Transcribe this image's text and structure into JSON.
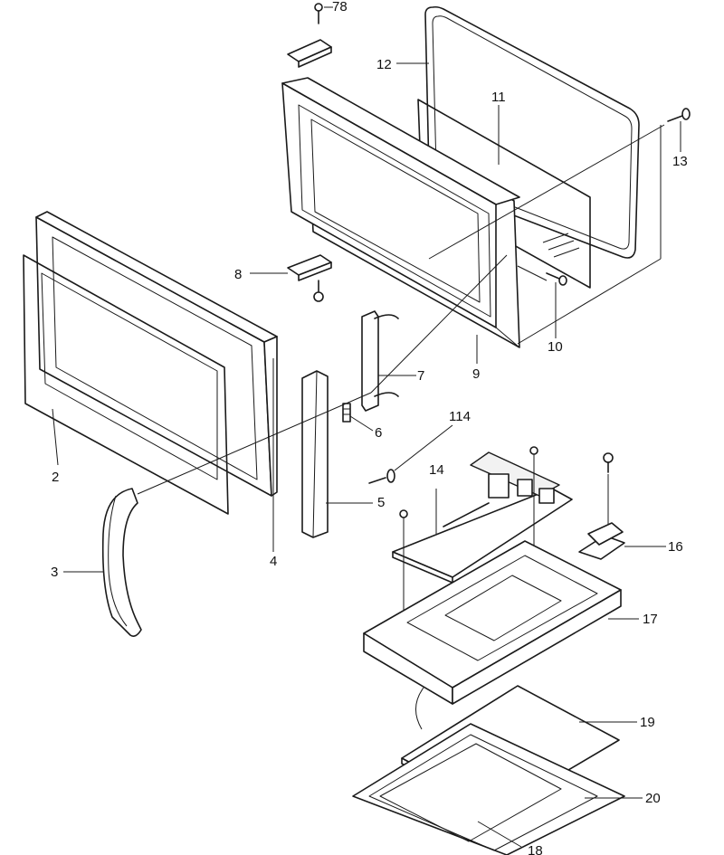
{
  "callouts": [
    {
      "id": "78",
      "label": "78"
    },
    {
      "id": "12",
      "label": "12"
    },
    {
      "id": "11",
      "label": "11"
    },
    {
      "id": "13",
      "label": "13"
    },
    {
      "id": "8",
      "label": "8"
    },
    {
      "id": "10",
      "label": "10"
    },
    {
      "id": "9",
      "label": "9"
    },
    {
      "id": "7",
      "label": "7"
    },
    {
      "id": "6",
      "label": "6"
    },
    {
      "id": "2",
      "label": "2"
    },
    {
      "id": "114",
      "label": "114"
    },
    {
      "id": "14",
      "label": "14"
    },
    {
      "id": "5",
      "label": "5"
    },
    {
      "id": "16",
      "label": "16"
    },
    {
      "id": "3",
      "label": "3"
    },
    {
      "id": "4",
      "label": "4"
    },
    {
      "id": "17",
      "label": "17"
    },
    {
      "id": "19",
      "label": "19"
    },
    {
      "id": "20",
      "label": "20"
    },
    {
      "id": "18",
      "label": "18"
    }
  ]
}
